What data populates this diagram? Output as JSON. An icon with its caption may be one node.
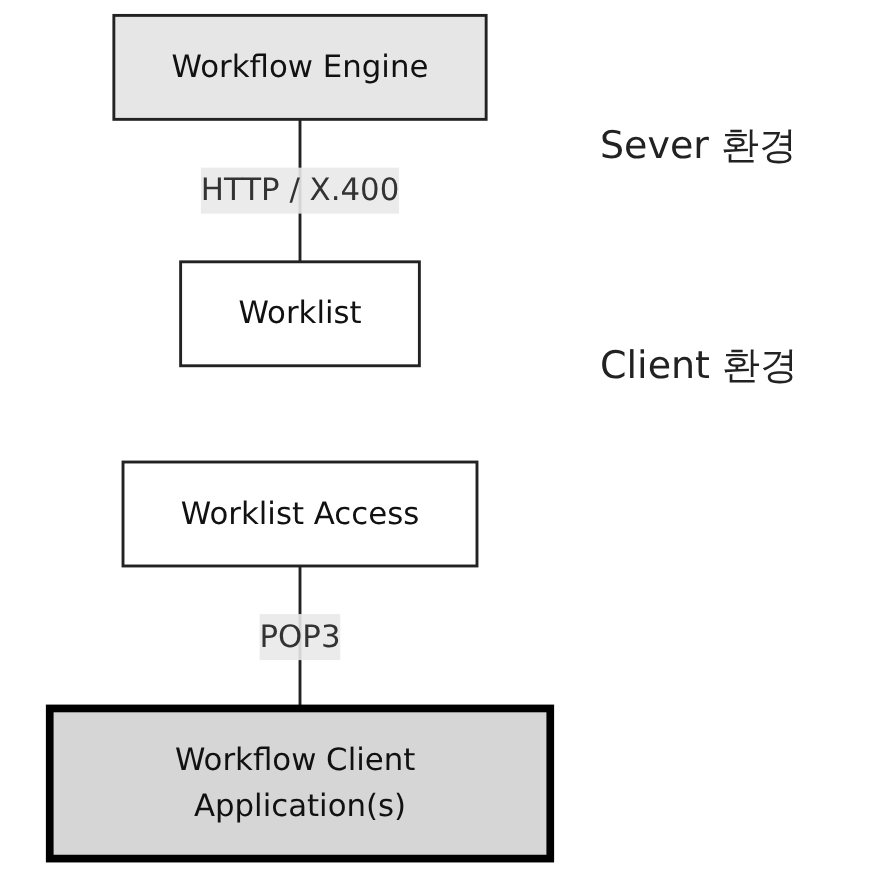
{
  "diagram": {
    "nodes": [
      {
        "text": [
          "Workflow Engine"
        ]
      },
      {
        "text": [
          "Worklist"
        ]
      },
      {
        "text": [
          "Worklist Access"
        ]
      },
      {
        "text": [
          "Workflow Client Application(s)"
        ]
      }
    ],
    "edges": [
      {
        "from": 0,
        "to": 1,
        "arrow": "none",
        "label": "HTTP / X.400"
      },
      {
        "from": 2,
        "to": 3,
        "arrow": "none",
        "label": "POP3"
      }
    ],
    "labels": [
      "Sever 환경",
      "Client 환경"
    ]
  }
}
